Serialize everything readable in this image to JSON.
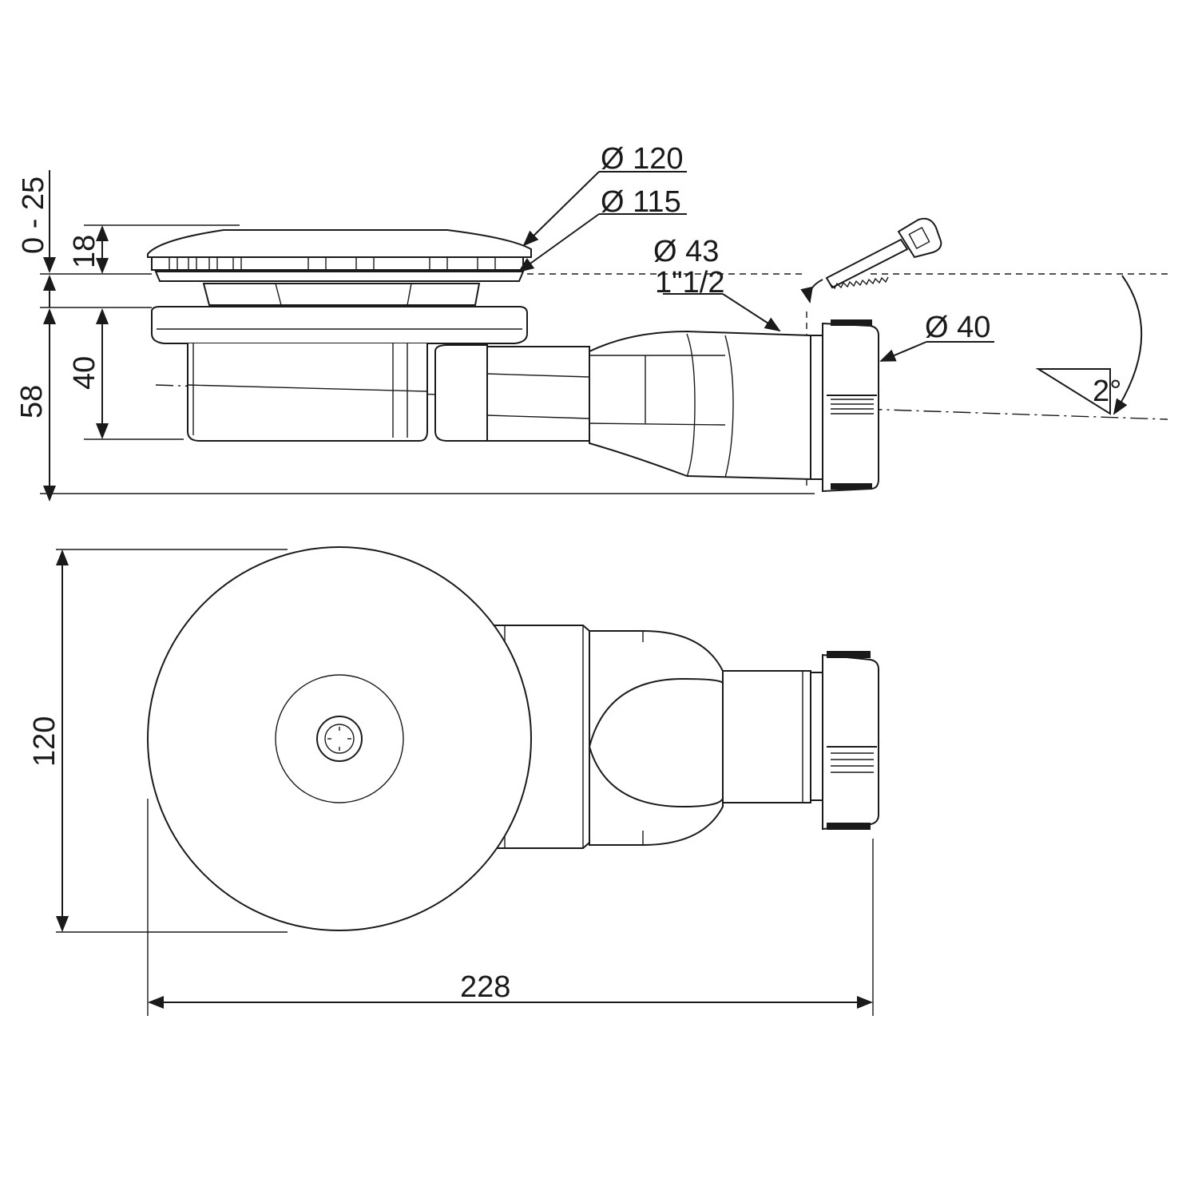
{
  "dimensions": {
    "d120": "Ø 120",
    "d115": "Ø 115",
    "d43": "Ø 43",
    "thread": "1\"1/2",
    "d40": "Ø 40",
    "angle": "2°",
    "height_adjust": "0 - 25",
    "grate_height": "18",
    "body_depth": "40",
    "total_height": "58",
    "diameter_top": "120",
    "length": "228"
  },
  "icons": {
    "saw": "saw-icon",
    "cut_arrow": "curved-arrow-icon"
  }
}
